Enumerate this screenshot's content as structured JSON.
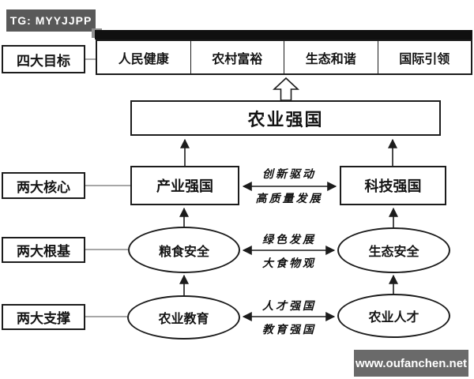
{
  "badges": {
    "tg": "TG: MYYJJPP",
    "site": "www.oufanchen.net"
  },
  "goals_row": {
    "label": "四大目标",
    "items": [
      "人民健康",
      "农村富裕",
      "生态和谐",
      "国际引领"
    ]
  },
  "center": {
    "title": "农业强国"
  },
  "cores_row": {
    "label": "两大核心",
    "left": "产业强国",
    "right": "科技强国",
    "edge_label_top": "创新驱动",
    "edge_label_bottom": "高质量发展"
  },
  "foundations_row": {
    "label": "两大根基",
    "left": "粮食安全",
    "right": "生态安全",
    "edge_label_top": "绿色发展",
    "edge_label_bottom": "大食物观"
  },
  "supports_row": {
    "label": "两大支撑",
    "left": "农业教育",
    "right": "农业人才",
    "edge_label_top": "人才强国",
    "edge_label_bottom": "教育强国"
  },
  "colors": {
    "tg_badge_bg": "#595959",
    "site_badge_bg": "#6a6a6a",
    "top_bar": "#101010",
    "line": "#1c1c1c"
  }
}
